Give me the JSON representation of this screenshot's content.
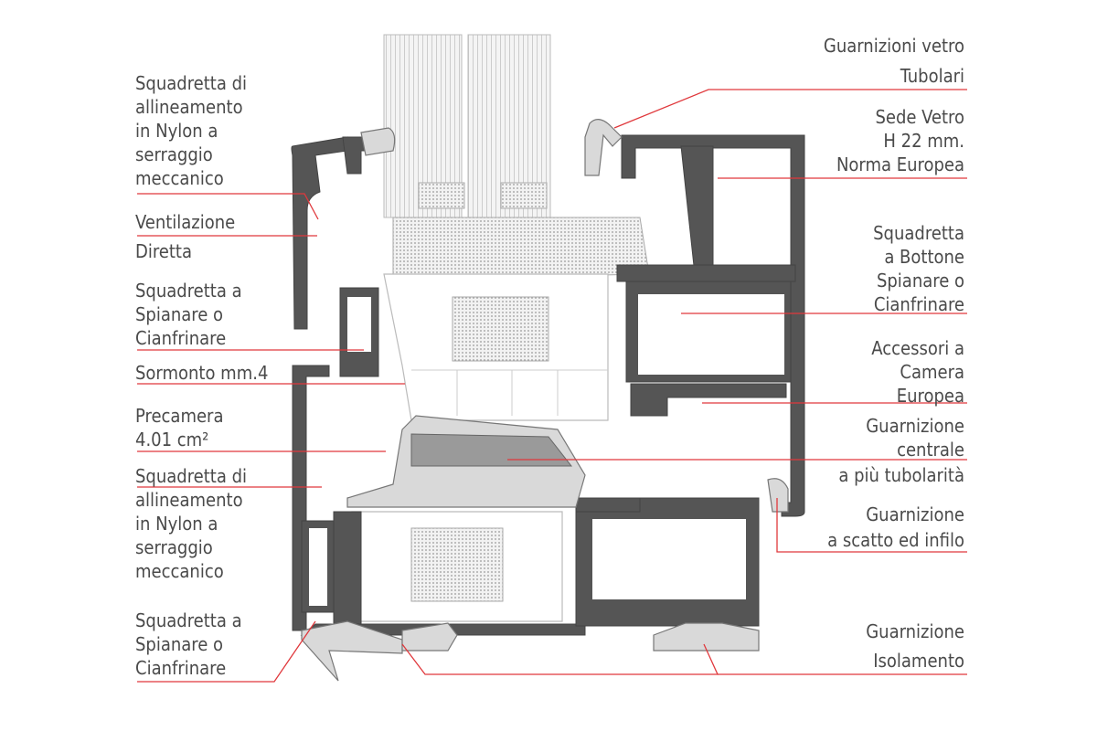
{
  "left_labels": [
    {
      "lines": [
        "Squadretta di",
        "allineamento",
        "in Nylon a",
        "serraggio",
        "meccanico"
      ]
    },
    {
      "lines": [
        "Ventilazione"
      ]
    },
    {
      "lines": [
        "Diretta"
      ]
    },
    {
      "lines": [
        "Squadretta a",
        "Spianare o",
        "Cianfrinare"
      ]
    },
    {
      "lines": [
        "Sormonto mm.4"
      ]
    },
    {
      "lines": [
        "Precamera",
        "4.01 cm²"
      ]
    },
    {
      "lines": [
        "Squadretta di",
        "allineamento",
        "in Nylon a",
        "serraggio",
        "meccanico"
      ]
    },
    {
      "lines": [
        "Squadretta a",
        "Spianare o",
        "Cianfrinare"
      ]
    }
  ],
  "right_labels": [
    {
      "lines": [
        "Guarnizioni vetro"
      ]
    },
    {
      "lines": [
        "Tubolari"
      ]
    },
    {
      "lines": [
        "Sede Vetro",
        "H 22 mm.",
        "Norma Europea"
      ]
    },
    {
      "lines": [
        "Squadretta",
        "a Bottone",
        "Spianare o",
        "Cianfrinare"
      ]
    },
    {
      "lines": [
        "Accessori a",
        "Camera",
        "Europea"
      ]
    },
    {
      "lines": [
        "Guarnizione",
        "centrale"
      ]
    },
    {
      "lines": [
        "a più tubolarità"
      ]
    },
    {
      "lines": [
        "Guarnizione",
        "a scatto ed infilo"
      ]
    },
    {
      "lines": [
        "Guarnizione",
        "Isolamento"
      ]
    }
  ],
  "colors": {
    "leader_line": "#e0383c",
    "aluminium": "#555555",
    "text": "#4a4a4a",
    "gasket": "#d9d9d9"
  }
}
